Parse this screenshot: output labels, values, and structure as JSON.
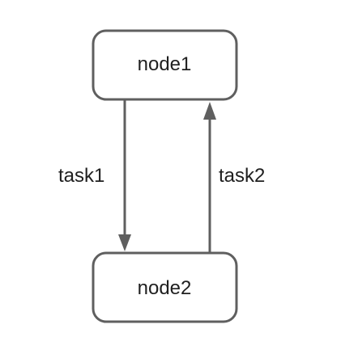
{
  "nodes": {
    "top": {
      "label": "node1"
    },
    "bottom": {
      "label": "node2"
    }
  },
  "edges": {
    "down": {
      "label": "task1",
      "from": "node1",
      "to": "node2"
    },
    "up": {
      "label": "task2",
      "from": "node2",
      "to": "node1"
    }
  },
  "colors": {
    "stroke": "#5f5f5f",
    "text": "#1f1f1f",
    "background": "#ffffff"
  }
}
